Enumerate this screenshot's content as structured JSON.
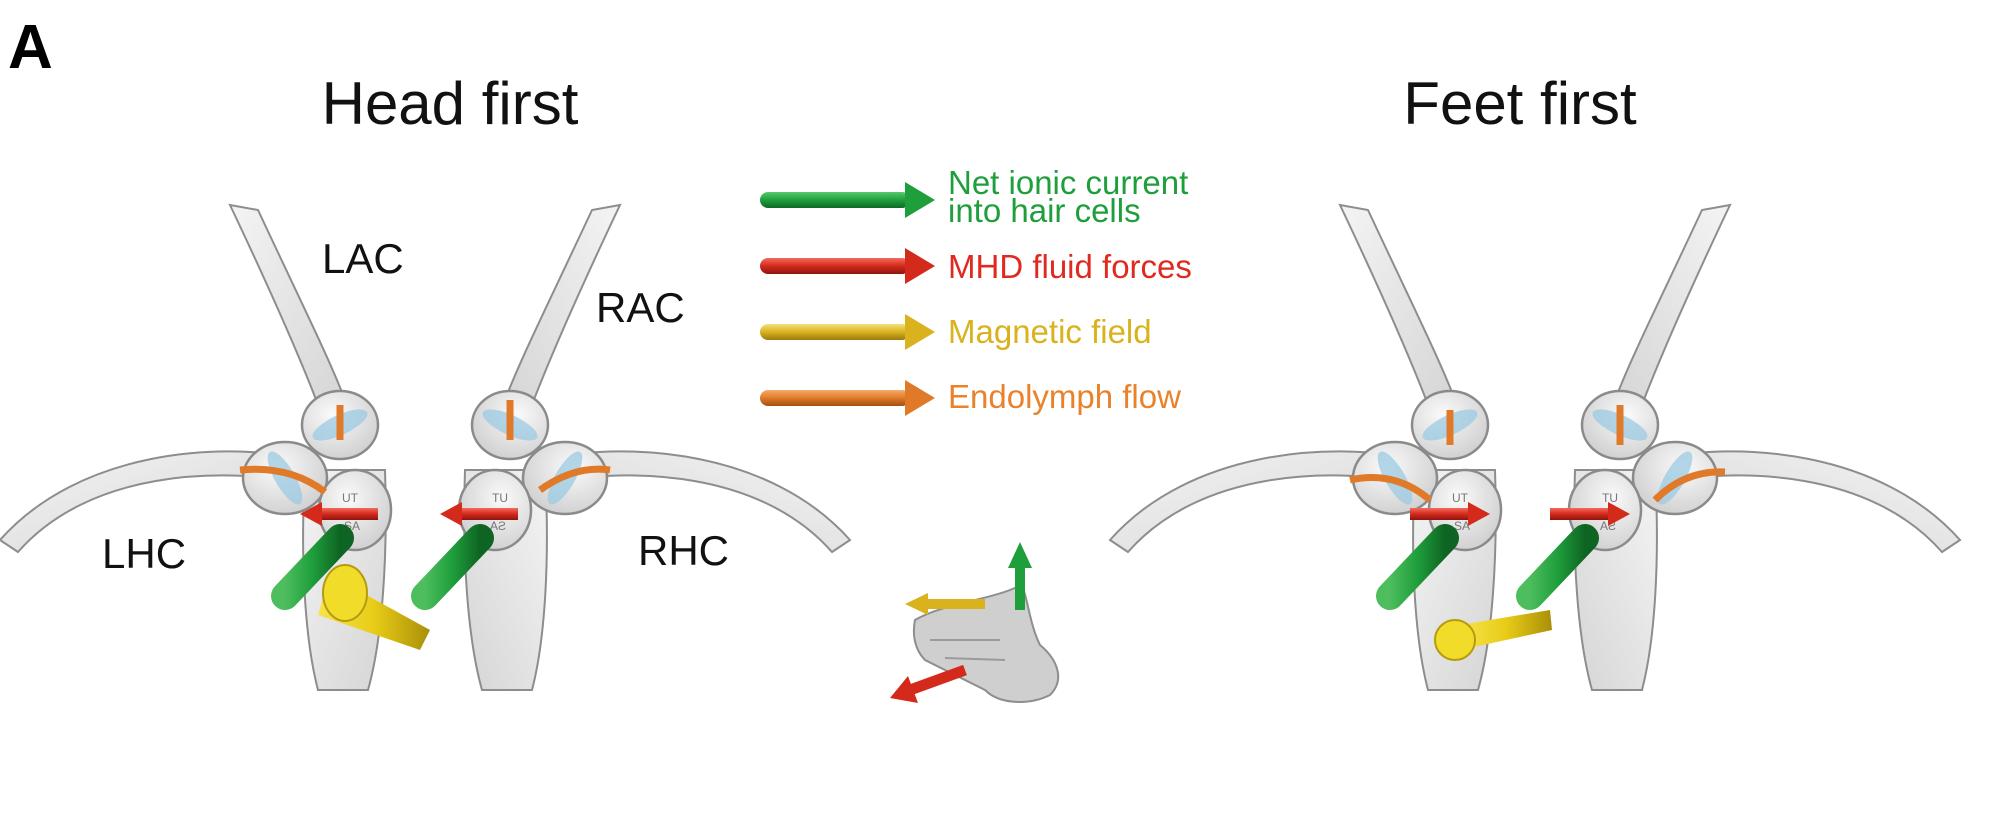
{
  "panel_letter": "A",
  "panels": [
    {
      "title": "Head first",
      "labels": {
        "lac": "LAC",
        "rac": "RAC",
        "lhc": "LHC",
        "rhc": "RHC"
      }
    },
    {
      "title": "Feet first"
    }
  ],
  "legend": [
    {
      "line1": "Net ionic current",
      "line2": "into hair cells",
      "color": "#1f9e3c"
    },
    {
      "line1": "MHD fluid forces",
      "color": "#e02a1f"
    },
    {
      "line1": "Magnetic field",
      "color": "#d9b21e"
    },
    {
      "line1": "Endolymph flow",
      "color": "#e9822b"
    }
  ],
  "colors": {
    "green_arrow": "#1f9e3c",
    "red_arrow": "#d42a1c",
    "yellow_arrow": "#d9b21e",
    "orange_arrow": "#e07a28",
    "canal": "#e2e2e2",
    "cupula": "#9cc9e3"
  },
  "icons": {
    "hand": "right-hand-rule-icon"
  }
}
